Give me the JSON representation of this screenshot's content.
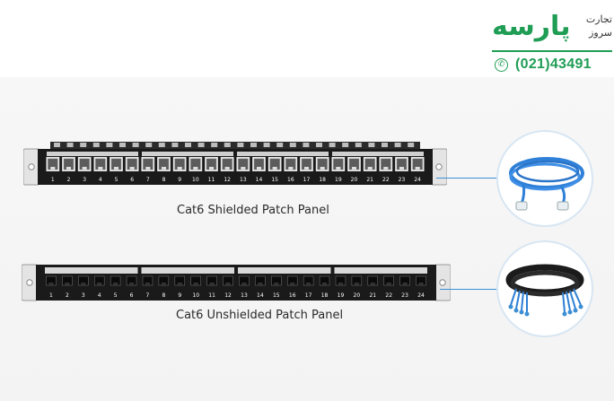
{
  "logo": {
    "brand": "پارسه",
    "sub_line1": "تجارت",
    "sub_line2": "سروز",
    "phone": "(021)43491",
    "icon": "phone-icon",
    "color": "#1f9d55"
  },
  "panels": [
    {
      "caption": "Cat6 Shielded Patch Panel",
      "ports": [
        "1",
        "2",
        "3",
        "4",
        "5",
        "6",
        "7",
        "8",
        "9",
        "10",
        "11",
        "12",
        "13",
        "14",
        "15",
        "16",
        "17",
        "18",
        "19",
        "20",
        "21",
        "22",
        "23",
        "24"
      ]
    },
    {
      "caption": "Cat6 Unshielded Patch Panel",
      "ports": [
        "1",
        "2",
        "3",
        "4",
        "5",
        "6",
        "7",
        "8",
        "9",
        "10",
        "11",
        "12",
        "13",
        "14",
        "15",
        "16",
        "17",
        "18",
        "19",
        "20",
        "21",
        "22",
        "23",
        "24"
      ]
    }
  ],
  "accent": "#3d8fd4"
}
